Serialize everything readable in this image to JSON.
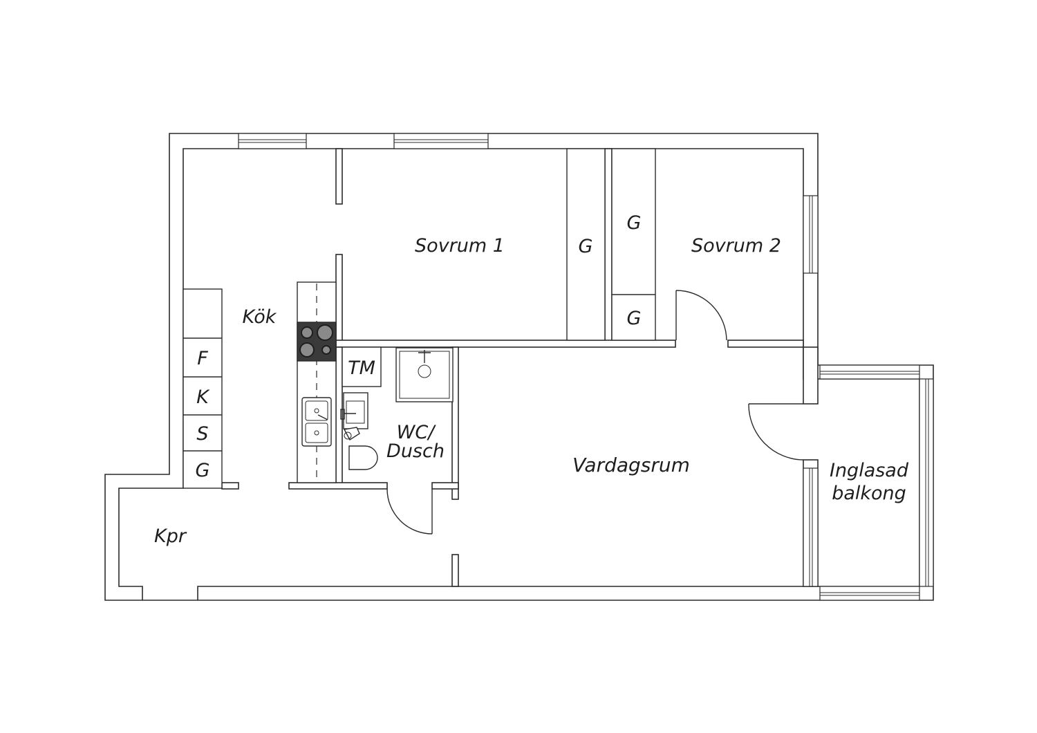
{
  "floorplan": {
    "rooms": {
      "kitchen": "Kök",
      "bedroom1": "Sovrum 1",
      "bedroom2": "Sovrum 2",
      "living": "Vardagsrum",
      "hallway": "Kpr",
      "bath_line1": "WC/",
      "bath_line2": "Dusch",
      "balcony_line1": "Inglasad",
      "balcony_line2": "balkong"
    },
    "fixtures": {
      "wardrobe_bed1": "G",
      "wardrobe_bed2_top": "G",
      "wardrobe_bed2_bottom": "G",
      "washer": "TM",
      "kitchen_f": "F",
      "kitchen_k": "K",
      "kitchen_s": "S",
      "kitchen_g": "G"
    }
  }
}
